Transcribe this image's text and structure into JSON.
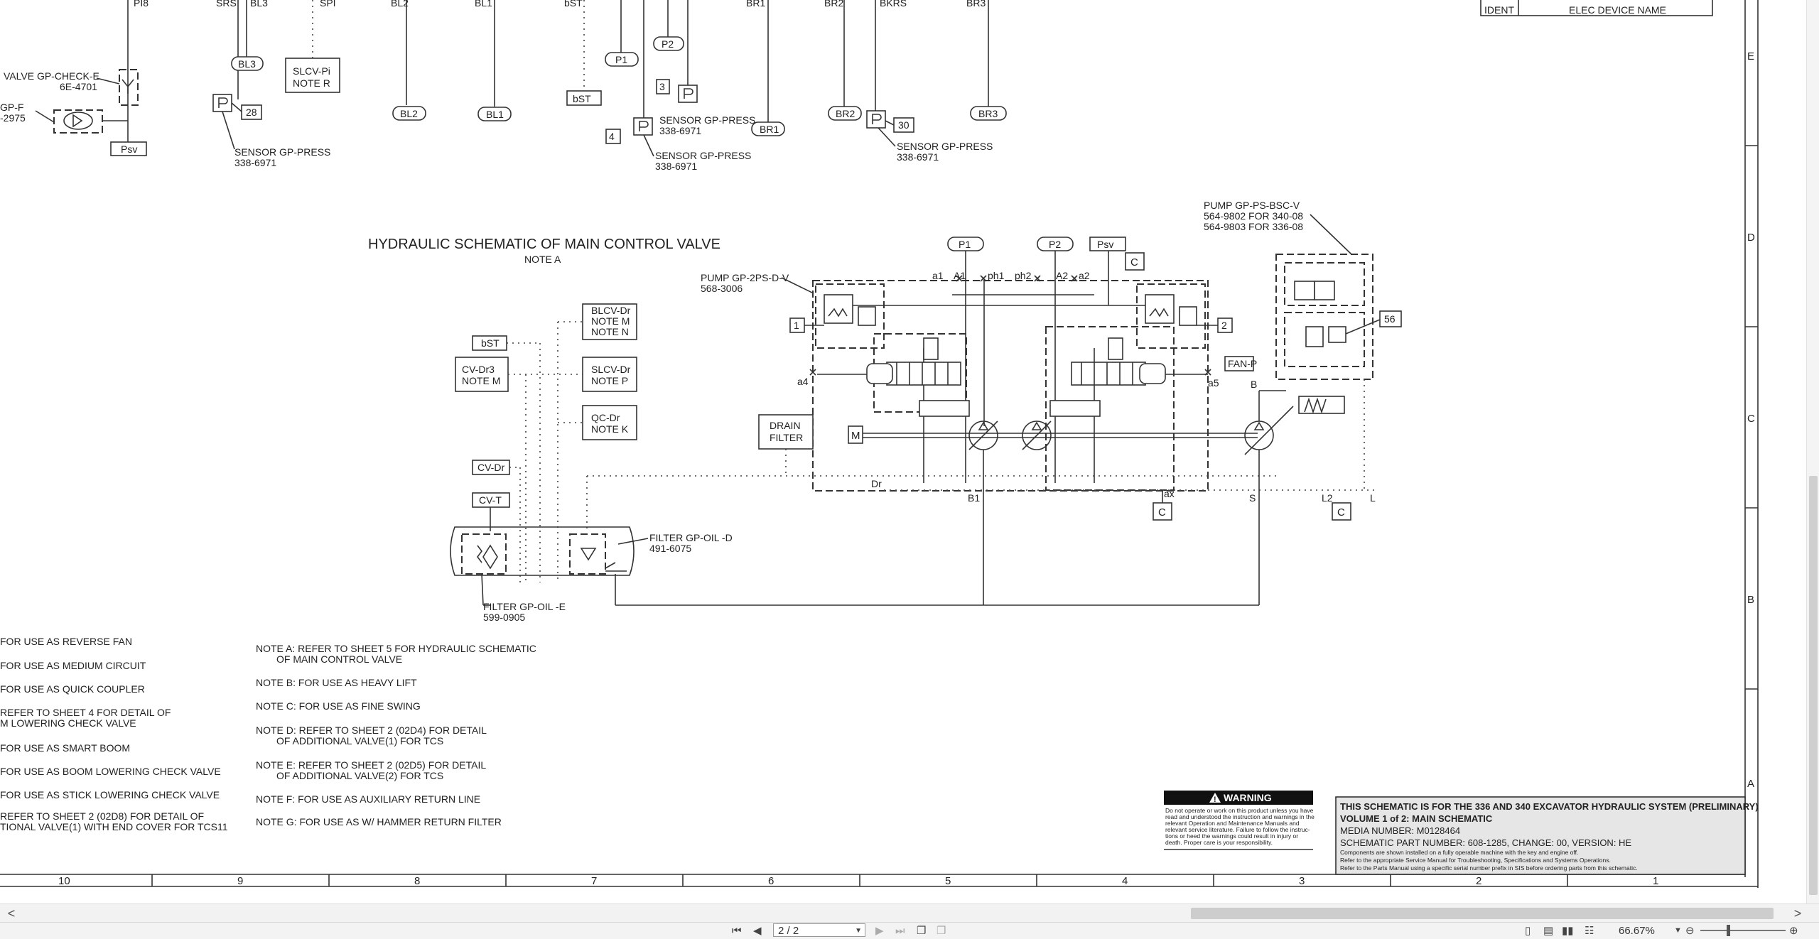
{
  "drawing": {
    "section_title": "HYDRAULIC SCHEMATIC OF MAIN CONTROL VALVE",
    "section_note": "NOTE A",
    "top_left": {
      "pi8": "PI8",
      "srs": "SRS",
      "bl3": "BL3",
      "spi": "SPI",
      "bl2": "BL2",
      "bl1": "BL1",
      "bst": "bST",
      "valve_check_1": "VALVE GP-CHECK-E",
      "valve_check_2": "6E-4701",
      "gpf_1": "GP-F",
      "gpf_2": "-2975",
      "psv": "Psv",
      "bl3_pill": "BL3",
      "bl2_pill": "BL2",
      "bl1_pill": "BL1",
      "bst_box": "bST",
      "slcv_pi_1": "SLCV-Pi",
      "slcv_pi_2": "NOTE R",
      "num_28": "28",
      "sensor_28_1": "SENSOR GP-PRESS",
      "sensor_28_2": "338-6971"
    },
    "top_mid": {
      "br1": "BR1",
      "br2": "BR2",
      "bkrs": "BKRS",
      "br3": "BR3",
      "p1": "P1",
      "p2": "P2",
      "num_3": "3",
      "num_4": "4",
      "sensor_3_1": "SENSOR GP-PRESS",
      "sensor_3_2": "338-6971",
      "sensor_4_1": "SENSOR GP-PRESS",
      "sensor_4_2": "338-6971",
      "br1_pill": "BR1",
      "br2_pill": "BR2",
      "br3_pill": "BR3",
      "num_30": "30",
      "sensor_30_1": "SENSOR GP-PRESS",
      "sensor_30_2": "338-6971"
    },
    "ident": {
      "col1": "IDENT",
      "col2": "ELEC DEVICE NAME"
    },
    "zones": [
      "E",
      "D",
      "C",
      "B",
      "A"
    ],
    "columns": [
      "10",
      "9",
      "8",
      "7",
      "6",
      "5",
      "4",
      "3",
      "2",
      "1"
    ],
    "schematic": {
      "p1": "P1",
      "p2": "P2",
      "psv": "Psv",
      "c": "C",
      "pump_2ps_1": "PUMP GP-2PS-D-V",
      "pump_2ps_2": "568-3006",
      "pump_bsc_1": "PUMP GP-PS-BSC-V",
      "pump_bsc_2": "564-9802 FOR 340-08",
      "pump_bsc_3": "564-9803 FOR 336-08",
      "a1": "a1",
      "A1": "A1",
      "ph1": "ph1",
      "ph2": "ph2",
      "A2": "A2",
      "a2": "a2",
      "num_1": "1",
      "num_2": "2",
      "num_56": "56",
      "a4": "a4",
      "a5": "a5",
      "fan_p": "FAN-P",
      "B": "B",
      "drain_1": "DRAIN",
      "drain_2": "FILTER",
      "m": "M",
      "dr": "Dr",
      "b1": "B1",
      "ax": "ax",
      "s": "S",
      "l2": "L2",
      "l": "L",
      "bst": "bST",
      "cv_dr3_1": "CV-Dr3",
      "cv_dr3_2": "NOTE M",
      "blcv_1": "BLCV-Dr",
      "blcv_2": "NOTE M",
      "blcv_3": "NOTE N",
      "slcv_1": "SLCV-Dr",
      "slcv_2": "NOTE P",
      "qc_1": "QC-Dr",
      "qc_2": "NOTE K",
      "cv_dr": "CV-Dr",
      "cv_t": "CV-T",
      "filter_d_1": "FILTER GP-OIL -D",
      "filter_d_2": "491-6075",
      "filter_e_1": "FILTER GP-OIL -E",
      "filter_e_2": "599-0905"
    },
    "left_notes": [
      "FOR USE AS REVERSE FAN",
      "FOR USE AS MEDIUM CIRCUIT",
      "FOR USE AS QUICK COUPLER",
      "REFER TO SHEET 4 FOR DETAIL OF",
      "M LOWERING CHECK VALVE",
      "FOR USE AS SMART BOOM",
      "FOR USE AS BOOM LOWERING CHECK VALVE",
      "FOR USE AS STICK LOWERING CHECK VALVE",
      "REFER TO SHEET 2 (02D8) FOR DETAIL OF",
      "TIONAL VALVE(1) WITH END COVER FOR TCS11"
    ],
    "notes": [
      "NOTE A: REFER TO SHEET 5 FOR HYDRAULIC SCHEMATIC",
      "OF MAIN CONTROL VALVE",
      "NOTE B: FOR USE AS HEAVY LIFT",
      "NOTE C: FOR USE AS FINE SWING",
      "NOTE D: REFER TO SHEET 2 (02D4) FOR DETAIL",
      "OF ADDITIONAL VALVE(1) FOR TCS",
      "NOTE E: REFER TO SHEET 2 (02D5) FOR DETAIL",
      "OF ADDITIONAL VALVE(2) FOR TCS",
      "NOTE F: FOR USE AS AUXILIARY RETURN LINE",
      "NOTE G: FOR USE AS W/ HAMMER RETURN FILTER"
    ],
    "warning": {
      "title": "WARNING",
      "lines": [
        "Do not operate or work on this product unless you have",
        "read and understood the instruction and warnings in the",
        "relevant Operation and Maintenance Manuals and",
        "relevant service literature. Failure to follow the instruc-",
        "tions or heed the warnings could result in injury or",
        "death. Proper care is your responsibility."
      ]
    },
    "title_block": {
      "line1": "THIS SCHEMATIC IS FOR THE 336 AND 340 EXCAVATOR HYDRAULIC SYSTEM (PRELIMINARY)",
      "line2": "VOLUME 1 of 2: MAIN SCHEMATIC",
      "line3": "MEDIA NUMBER: M0128464",
      "line4": "SCHEMATIC PART NUMBER: 608-1285, CHANGE: 00, VERSION: HE",
      "line5": "Components are shown installed on a fully operable machine with the key and engine off.",
      "line6": "Refer to the appropriate Service Manual for Troubleshooting, Specifications and Systems Operations.",
      "line7": "Refer to the Parts Manual using a specific serial number prefix in SIS before ordering parts from this schematic."
    }
  },
  "viewer": {
    "page_value": "2 / 2",
    "zoom": "66.67%",
    "hscroll_left": "<",
    "hscroll_right": ">",
    "nav_first": "first-page-icon",
    "nav_prev": "prev-page-icon",
    "nav_next": "next-page-icon",
    "nav_last": "last-page-icon"
  }
}
